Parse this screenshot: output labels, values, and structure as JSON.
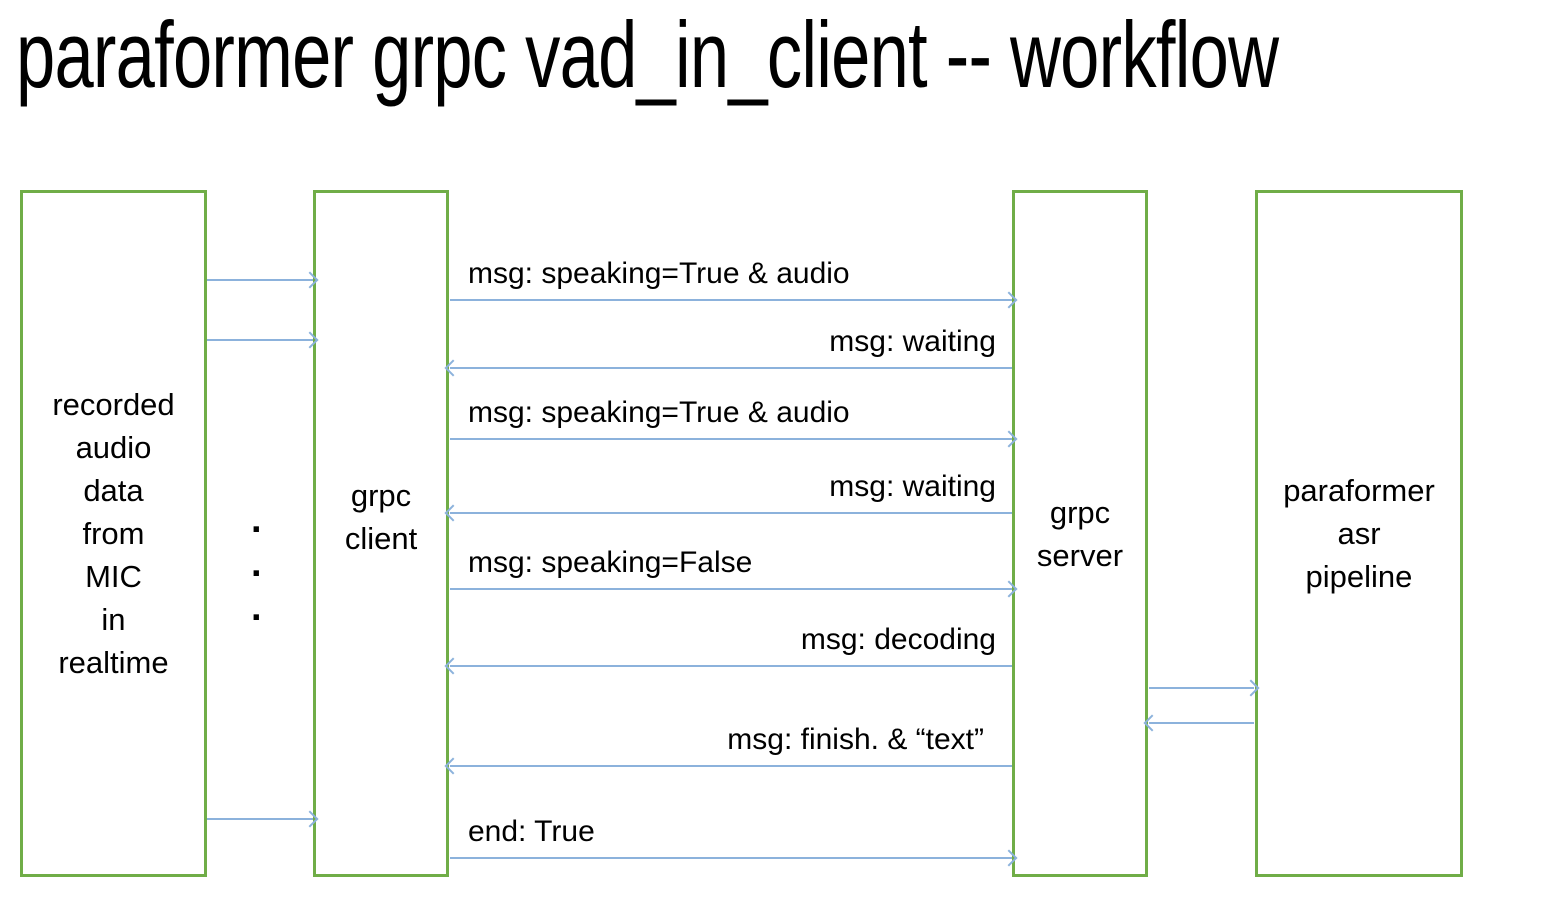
{
  "title": "paraformer grpc vad_in_client -- workflow",
  "boxes": {
    "mic": {
      "lines": [
        "recorded",
        "audio",
        "data",
        "from",
        "MIC",
        "in",
        "realtime"
      ]
    },
    "grpc_client": {
      "lines": [
        "grpc",
        "client"
      ]
    },
    "grpc_server": {
      "lines": [
        "grpc",
        "server"
      ]
    },
    "paraformer": {
      "lines": [
        "paraformer",
        "asr",
        "pipeline"
      ]
    }
  },
  "ellipsis_dots": [
    ".",
    ".",
    "."
  ],
  "messages": [
    {
      "label": "msg: speaking=True & audio",
      "direction": "client-to-server"
    },
    {
      "label": "msg: waiting",
      "direction": "server-to-client"
    },
    {
      "label": "msg: speaking=True & audio",
      "direction": "client-to-server"
    },
    {
      "label": "msg: waiting",
      "direction": "server-to-client"
    },
    {
      "label": "msg: speaking=False",
      "direction": "client-to-server"
    },
    {
      "label": "msg: decoding",
      "direction": "server-to-client"
    },
    {
      "label": "msg: finish. &  “text”",
      "direction": "server-to-client"
    },
    {
      "label": "end: True",
      "direction": "client-to-server"
    }
  ],
  "unlabeled_arrows": {
    "mic_to_client": [
      "right",
      "right",
      "right"
    ],
    "server_pipeline": [
      "server-to-pipeline",
      "pipeline-to-server"
    ]
  },
  "colors": {
    "box_border": "#70ad47",
    "arrow": "#8cb2dc",
    "text": "#000000",
    "background": "#ffffff"
  }
}
